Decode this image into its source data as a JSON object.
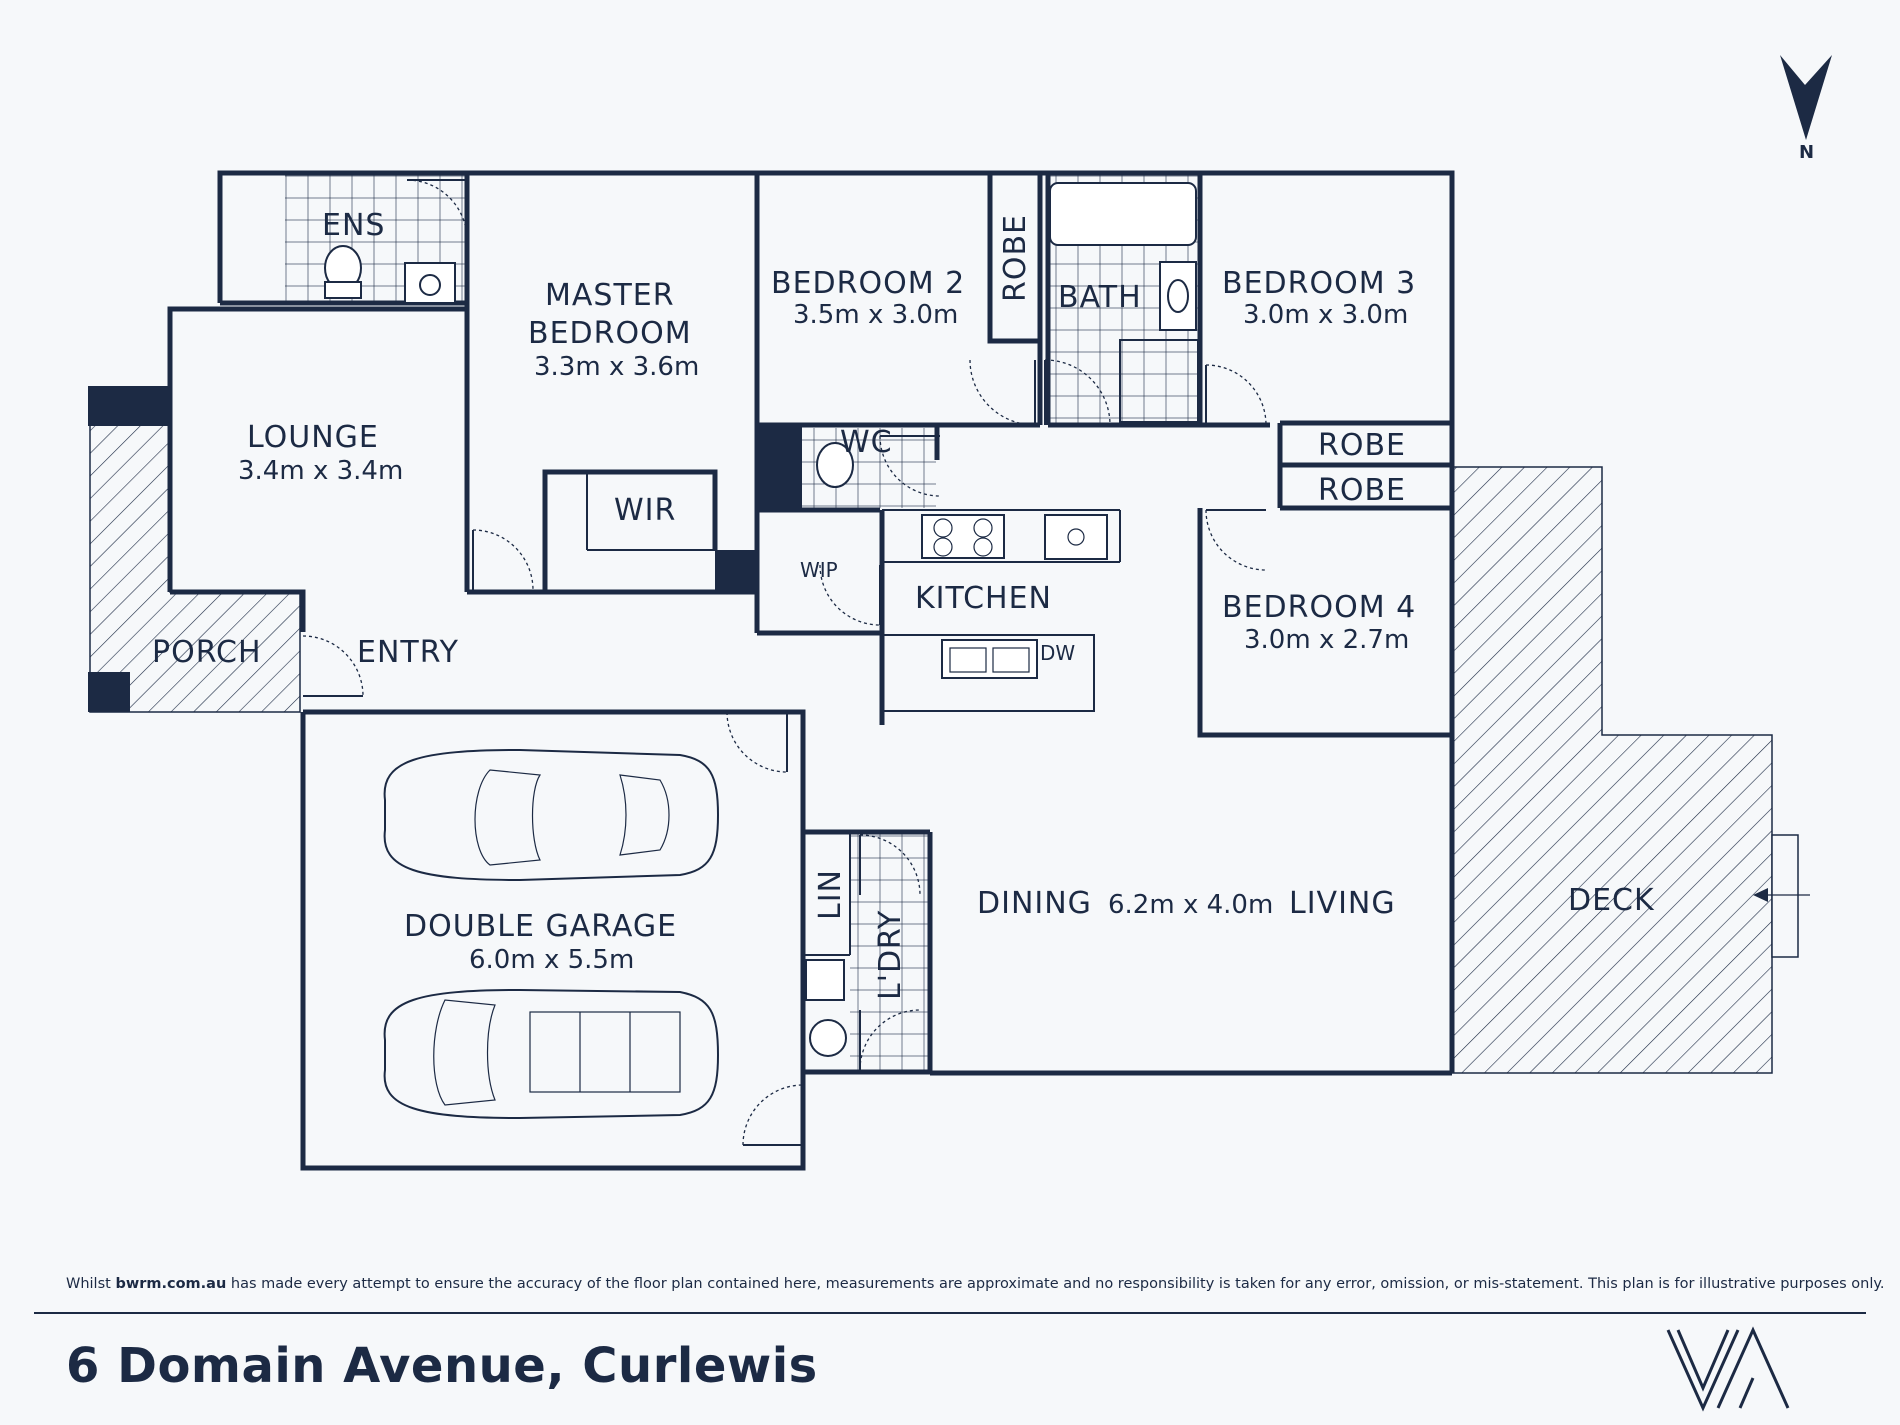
{
  "compass": {
    "label": "N"
  },
  "rooms": {
    "ens": {
      "label": "ENS"
    },
    "master": {
      "label1": "MASTER",
      "label2": "BEDROOM",
      "dim": "3.3m x 3.6m"
    },
    "bed2": {
      "label": "BEDROOM 2",
      "dim": "3.5m x 3.0m"
    },
    "robe_bed2": {
      "label": "ROBE"
    },
    "bath": {
      "label": "BATH"
    },
    "bed3": {
      "label": "BEDROOM 3",
      "dim": "3.0m x 3.0m"
    },
    "lounge": {
      "label": "LOUNGE",
      "dim": "3.4m x 3.4m"
    },
    "wir": {
      "label": "WIR"
    },
    "wc": {
      "label": "WC"
    },
    "robe1": {
      "label": "ROBE"
    },
    "robe2": {
      "label": "ROBE"
    },
    "wip": {
      "label": "WIP"
    },
    "kitchen": {
      "label": "KITCHEN"
    },
    "dw": {
      "label": "DW"
    },
    "bed4": {
      "label": "BEDROOM 4",
      "dim": "3.0m x 2.7m"
    },
    "porch": {
      "label": "PORCH"
    },
    "entry": {
      "label": "ENTRY"
    },
    "garage": {
      "label": "DOUBLE GARAGE",
      "dim": "6.0m x 5.5m"
    },
    "lin": {
      "label": "LIN"
    },
    "ldry": {
      "label": "L'DRY"
    },
    "living": {
      "label_left": "DINING",
      "dim": "6.2m x 4.0m",
      "label_right": "LIVING"
    },
    "deck": {
      "label": "DECK"
    }
  },
  "footer": {
    "disclaimer_pre": "Whilst ",
    "disclaimer_site": "bwrm.com.au",
    "disclaimer_post": " has made every attempt to ensure the accuracy of the floor plan contained here, measurements are approximate and no responsibility is taken for any error, omission, or mis-statement. This plan is for illustrative purposes only.",
    "address": "6 Domain Avenue, Curlewis",
    "logo_text": "VA"
  },
  "colors": {
    "ink": "#1c2a44",
    "background": "#f6f8fa"
  }
}
